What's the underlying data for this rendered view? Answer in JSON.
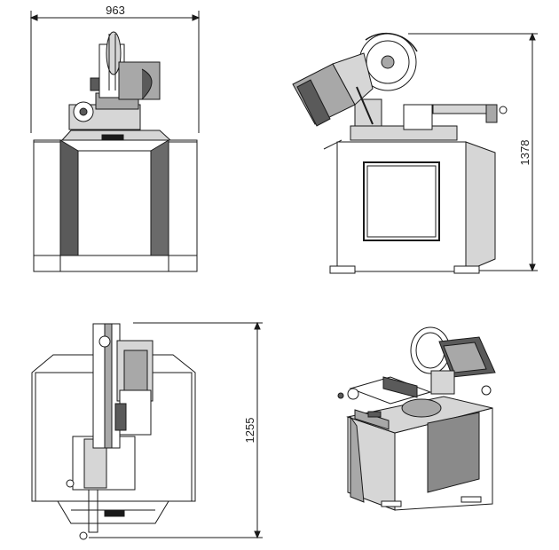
{
  "drawing": {
    "dimensions": {
      "front_width": "963",
      "side_height": "1378",
      "top_depth": "1255"
    },
    "colors": {
      "line": "#1a1a1a",
      "light_grey": "#d6d6d6",
      "mid_grey": "#a8a8a8",
      "dark_grey": "#5a5a5a",
      "panel_grey": "#8a8a8a",
      "paper": "#ffffff"
    }
  }
}
